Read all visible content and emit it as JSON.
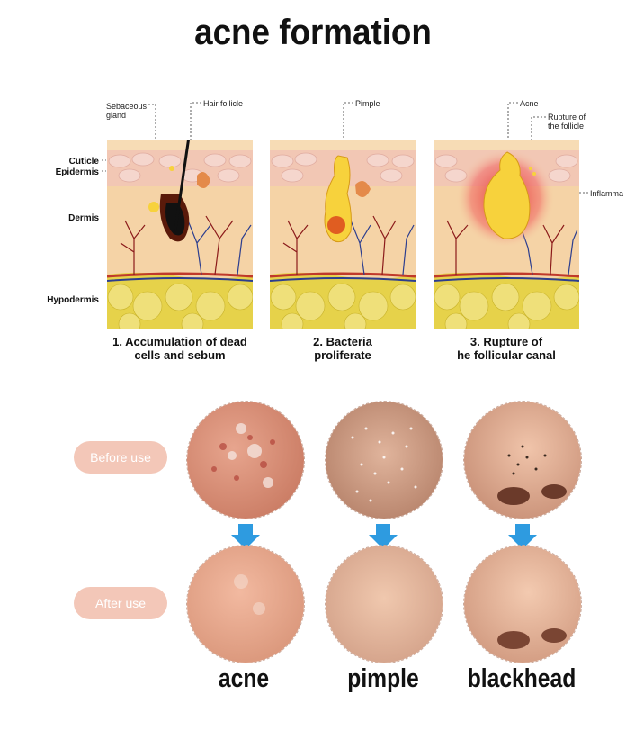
{
  "title": "acne formation",
  "layers": {
    "cuticle": "Cuticle",
    "epidermis": "Epidermis",
    "dermis": "Dermis",
    "hypodermis": "Hypodermis"
  },
  "panel_labels": {
    "sebaceous_gland": "Sebaceous gland",
    "hair_follicle": "Hair follicle",
    "pimple": "Pimple",
    "acne": "Acne",
    "rupture": "Rupture of the follicle",
    "inflammation": "Inflamma"
  },
  "stages": [
    {
      "line1": "1. Accumulation of dead",
      "line2": "cells and sebum"
    },
    {
      "line1": "2. Bacteria",
      "line2": "proliferate"
    },
    {
      "line1": "3. Rupture of",
      "line2": "he follicular canal"
    }
  ],
  "before_label": "Before use",
  "after_label": "After use",
  "conditions": [
    "acne",
    "pimple",
    "blackhead"
  ],
  "colors": {
    "pill": "#f3c7b8",
    "arrow": "#2e9be0",
    "skin": "#f5d3a6",
    "fat": "#e6d24a",
    "sebum": "#f7d23c",
    "inflammation": "#e02020"
  }
}
